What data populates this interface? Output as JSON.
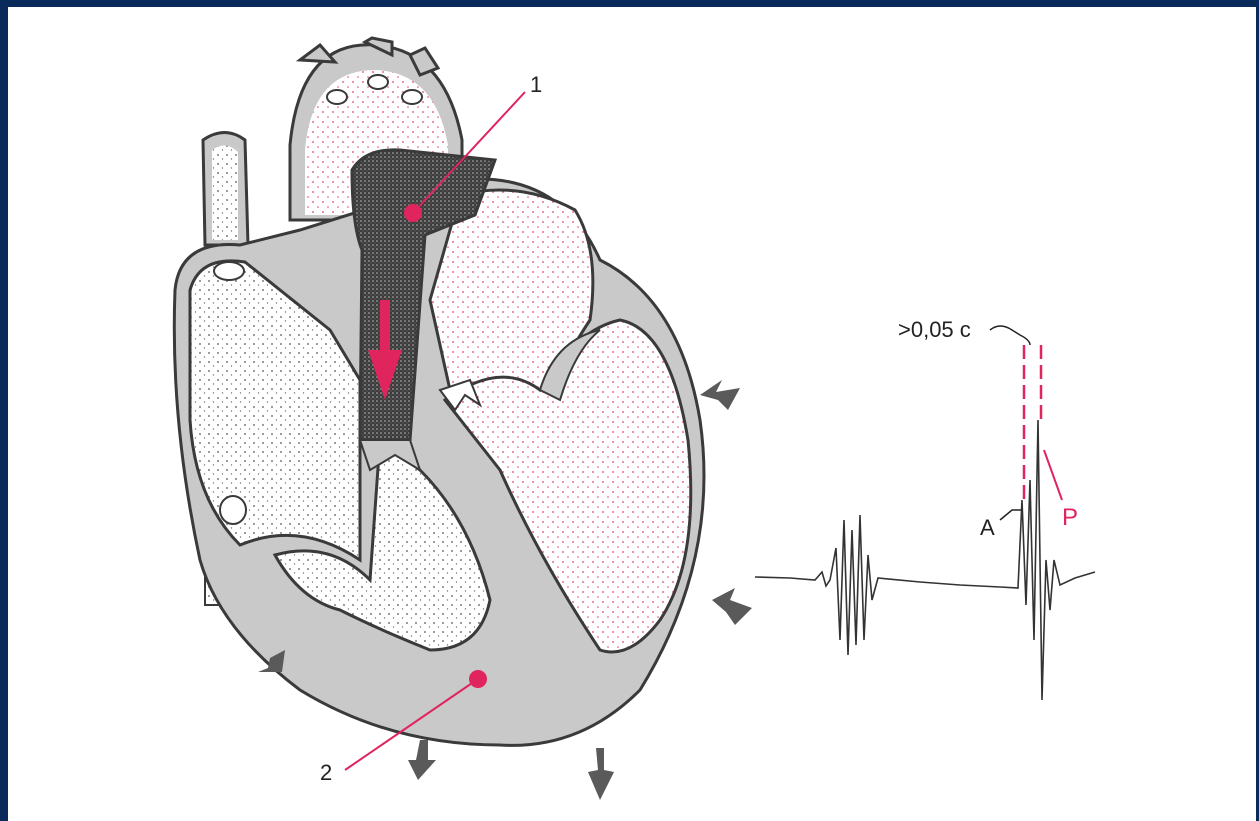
{
  "labels": {
    "one": "1",
    "two": "2",
    "interval": ">0,05 c",
    "a": "A",
    "p": "P"
  },
  "colors": {
    "frame": "#0a2a5c",
    "wall": "#c9c9c9",
    "outline": "#3a3a3a",
    "accent": "#e0245e",
    "pinkDots": "#e0407a"
  }
}
